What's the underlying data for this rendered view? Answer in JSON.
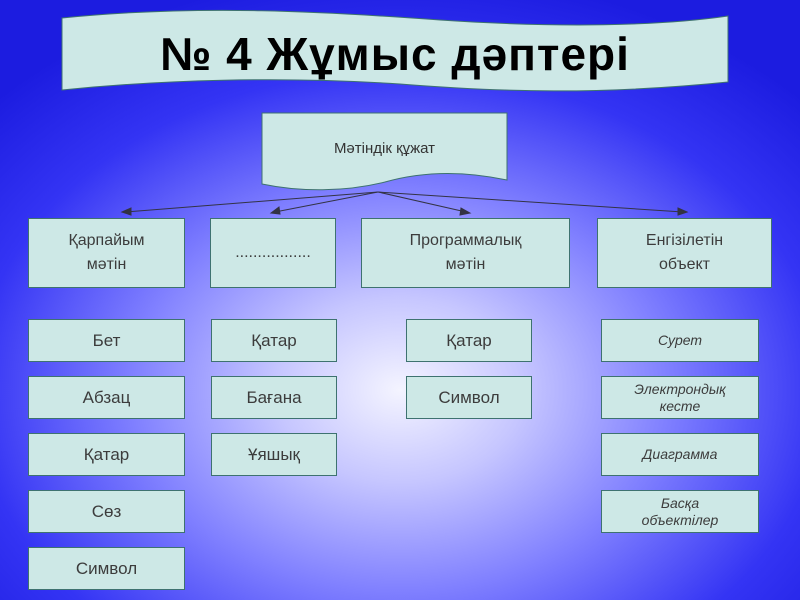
{
  "title": "№ 4 Жұмыс дәптері",
  "root": "Мәтіндік құжат",
  "categories": [
    {
      "label": "Қарпайым\nмәтін"
    },
    {
      "label": "................."
    },
    {
      "label": "Программалық\nмәтін"
    },
    {
      "label": "Енгізілетін\nобъект"
    }
  ],
  "columns": [
    {
      "items": [
        "Бет",
        "Абзац",
        "Қатар",
        "Сөз",
        "Символ"
      ]
    },
    {
      "items": [
        "Қатар",
        "Бағана",
        "Ұяшық"
      ]
    },
    {
      "items": [
        "Қатар",
        "Символ"
      ]
    },
    {
      "items": [
        "Сурет",
        "Электрондық\nкесте",
        "Диаграмма",
        "Басқа\nобъектілер"
      ]
    }
  ],
  "colors": {
    "box_fill": "#cde8e6",
    "box_border": "#3e7270",
    "background_edge": "#1c1ce0",
    "background_center": "#f4f4ff"
  }
}
